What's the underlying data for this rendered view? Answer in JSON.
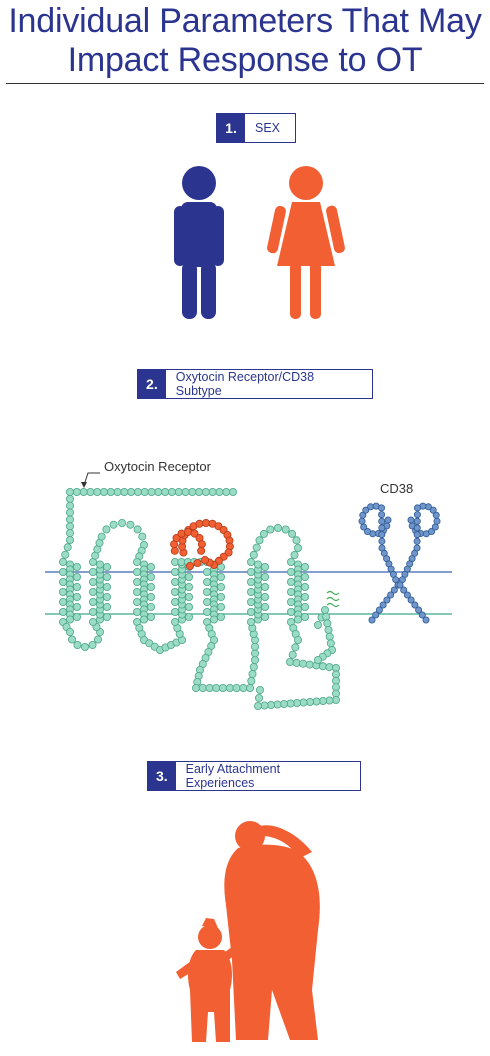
{
  "title": {
    "line1": "Individual Parameters That May",
    "line2": "Impact Response to OT"
  },
  "sections": [
    {
      "num": "1.",
      "label": "SEX"
    },
    {
      "num": "2.",
      "label": "Oxytocin Receptor/CD38 Subtype"
    },
    {
      "num": "3.",
      "label": "Early Attachment Experiences"
    }
  ],
  "receptor": {
    "label": "Oxytocin Receptor",
    "cd38_label": "CD38"
  },
  "colors": {
    "navy": "#2b3590",
    "orange": "#f15f33",
    "teal": "#8fd6bd",
    "teal_dark": "#4da58a",
    "blue": "#4f79b3",
    "membrane_top": "#3c63b0",
    "membrane_bottom": "#3aa88a"
  }
}
